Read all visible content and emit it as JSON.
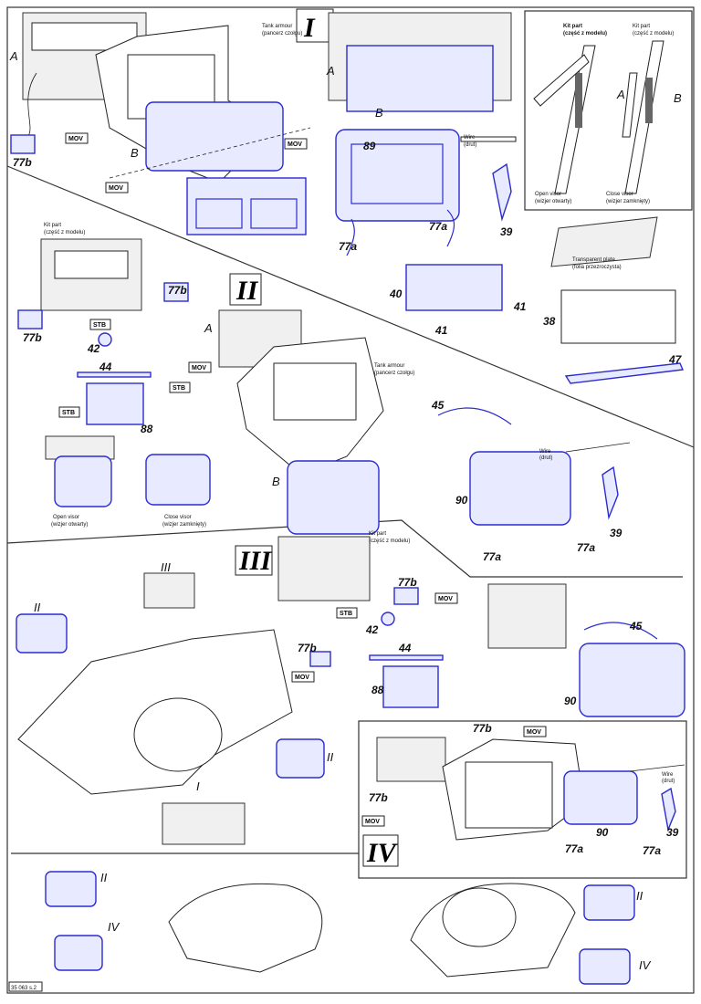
{
  "section_I": {
    "title": "I",
    "labels": [
      "A",
      "Tank armour",
      "(pancerz czołgu)",
      "77b",
      "MOV",
      "B",
      "MOV",
      "MOV",
      "A",
      "B",
      "89",
      "Wire",
      "(drut)",
      "77a",
      "77a",
      "39",
      "40",
      "41",
      "41"
    ]
  },
  "inset": {
    "labels": [
      "Kit part",
      "(część z modelu)",
      "Kit part",
      "(część z modelu)",
      "A",
      "B",
      "Open visor",
      "(wizjer otwarty)",
      "Close visor",
      "(wizjer zamknięty)"
    ]
  },
  "plate": {
    "labels": [
      "Transparent plate",
      "(folia przezroczysta)",
      "38",
      "47"
    ]
  },
  "section_II": {
    "title": "II",
    "labels": [
      "Kit part",
      "(część z modelu)",
      "77b",
      "77b",
      "42",
      "STB",
      "44",
      "STB",
      "STB",
      "88",
      "A",
      "MOV",
      "Tank armour",
      "(pancerz czołgu)",
      "B",
      "Open visor",
      "(wizjer otwarty)",
      "Close visor",
      "(wizjer zamknięty)",
      "45",
      "Wire",
      "(drut)",
      "90",
      "39",
      "77a",
      "77a"
    ]
  },
  "section_III": {
    "title": "III",
    "labels": [
      "Kit part",
      "(część z modelu)",
      "77b",
      "MOV",
      "STB",
      "42",
      "44",
      "77b",
      "MOV",
      "88",
      "45",
      "90",
      "III",
      "II",
      "II",
      "I"
    ]
  },
  "section_IV": {
    "title": "IV",
    "labels": [
      "77b",
      "MOV",
      "77b",
      "MOV",
      "Wire",
      "(drut)",
      "90",
      "39",
      "77a",
      "77a"
    ]
  },
  "bottom": {
    "labels": [
      "II",
      "IV",
      "II",
      "IV"
    ]
  },
  "footer": {
    "page_code": "35 063 s.2"
  },
  "colors": {
    "part_outline": "#2b2bd0",
    "ink": "#222222"
  }
}
